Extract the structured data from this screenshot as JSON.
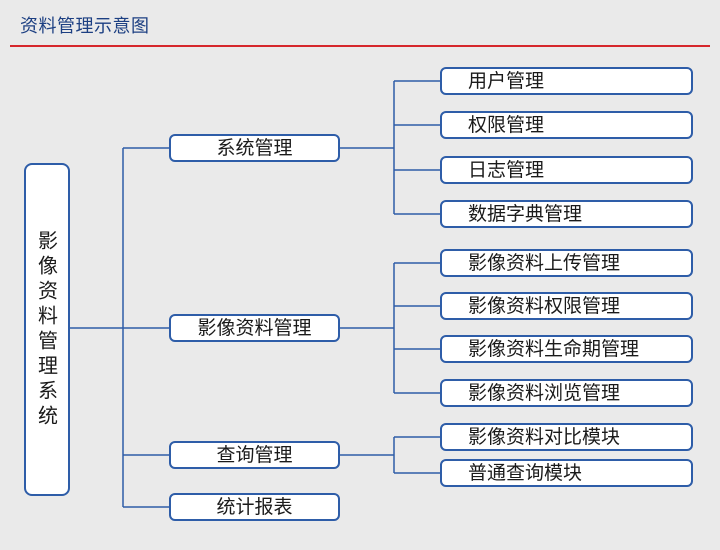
{
  "header": {
    "title": "资料管理示意图"
  },
  "diagram": {
    "root": "影像资料管理系统",
    "modules": [
      {
        "label": "系统管理",
        "children": [
          "用户管理",
          "权限管理",
          "日志管理",
          "数据字典管理"
        ]
      },
      {
        "label": "影像资料管理",
        "children": [
          "影像资料上传管理",
          "影像资料权限管理",
          "影像资料生命期管理",
          "影像资料浏览管理"
        ]
      },
      {
        "label": "查询管理",
        "children": [
          "影像资料对比模块",
          "普通查询模块"
        ]
      },
      {
        "label": "统计报表",
        "children": []
      }
    ]
  },
  "colors": {
    "border": "#2e5da8",
    "connector": "#2e5da8",
    "title_text": "#1c3f82",
    "header_rule": "#d6272c",
    "background": "#eaeaea",
    "node_fill": "#ffffff"
  }
}
